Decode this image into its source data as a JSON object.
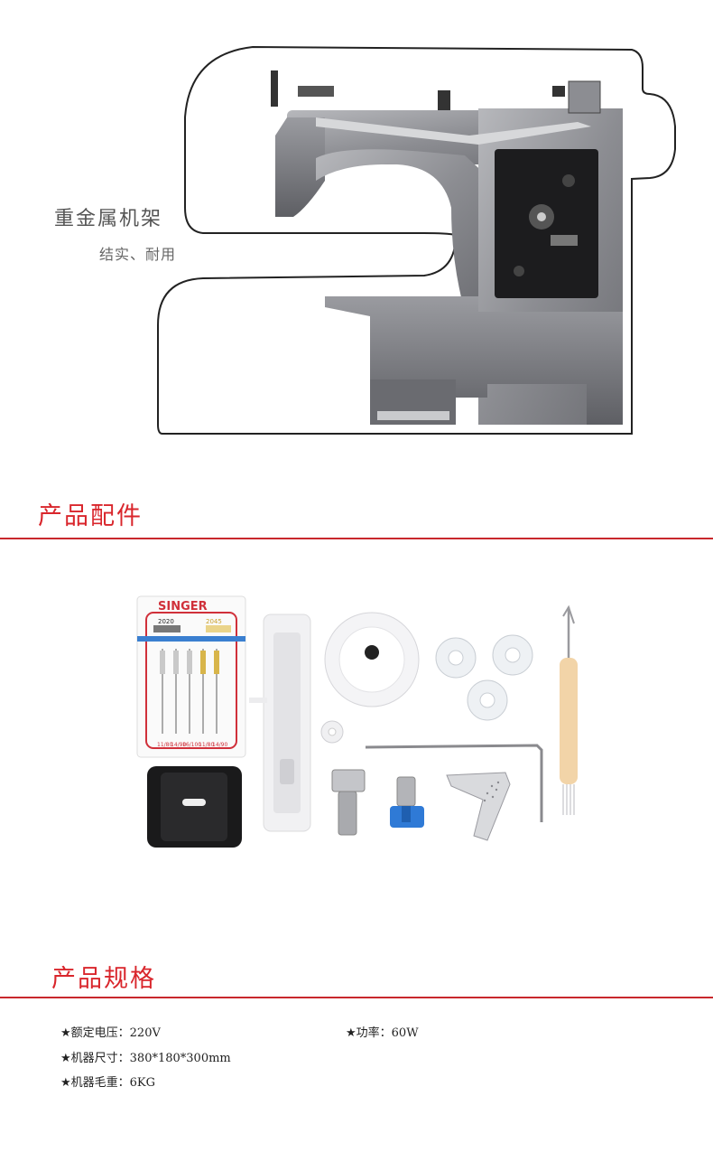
{
  "frame": {
    "title": "重金属机架",
    "subtitle": "结实、耐用"
  },
  "accessories": {
    "title": "产品配件",
    "needle_card": {
      "brand": "SINGER",
      "left_code": "2020",
      "right_code": "2045",
      "sizes": [
        "11/80",
        "14/90",
        "16/100",
        "11/80",
        "14/90"
      ]
    }
  },
  "specs": {
    "title": "产品规格",
    "items": [
      {
        "label": "★额定电压：",
        "value": "220V"
      },
      {
        "label": "★功率：",
        "value": "60W"
      },
      {
        "label": "★机器尺寸：",
        "value": "380*180*300mm"
      },
      {
        "label": "★机器毛重：",
        "value": "6KG"
      }
    ]
  },
  "colors": {
    "accent": "#d9262c",
    "metal": "#8a8a8e",
    "outline": "#222222"
  }
}
